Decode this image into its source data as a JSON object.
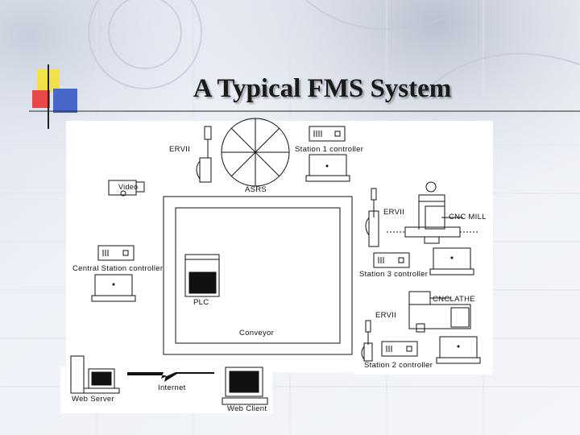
{
  "slide": {
    "title": "A Typical FMS System"
  },
  "diagram": {
    "labels": {
      "ervii_top": "ERVII",
      "station1": "Station 1 controller",
      "asrs": "ASRS",
      "video": "Video",
      "ervii_right": "ERVII",
      "cnc_mill": "CNC MILL",
      "central_station": "Central Station controller",
      "station3": "Station 3 controller",
      "plc": "PLC",
      "cnc_lathe": "CNCLATHE",
      "ervii_bottom": "ERVII",
      "conveyor": "Conveyor",
      "station2": "Station 2 controller",
      "internet": "Internet",
      "web_server": "Web Server",
      "web_client": "Web Client"
    }
  }
}
